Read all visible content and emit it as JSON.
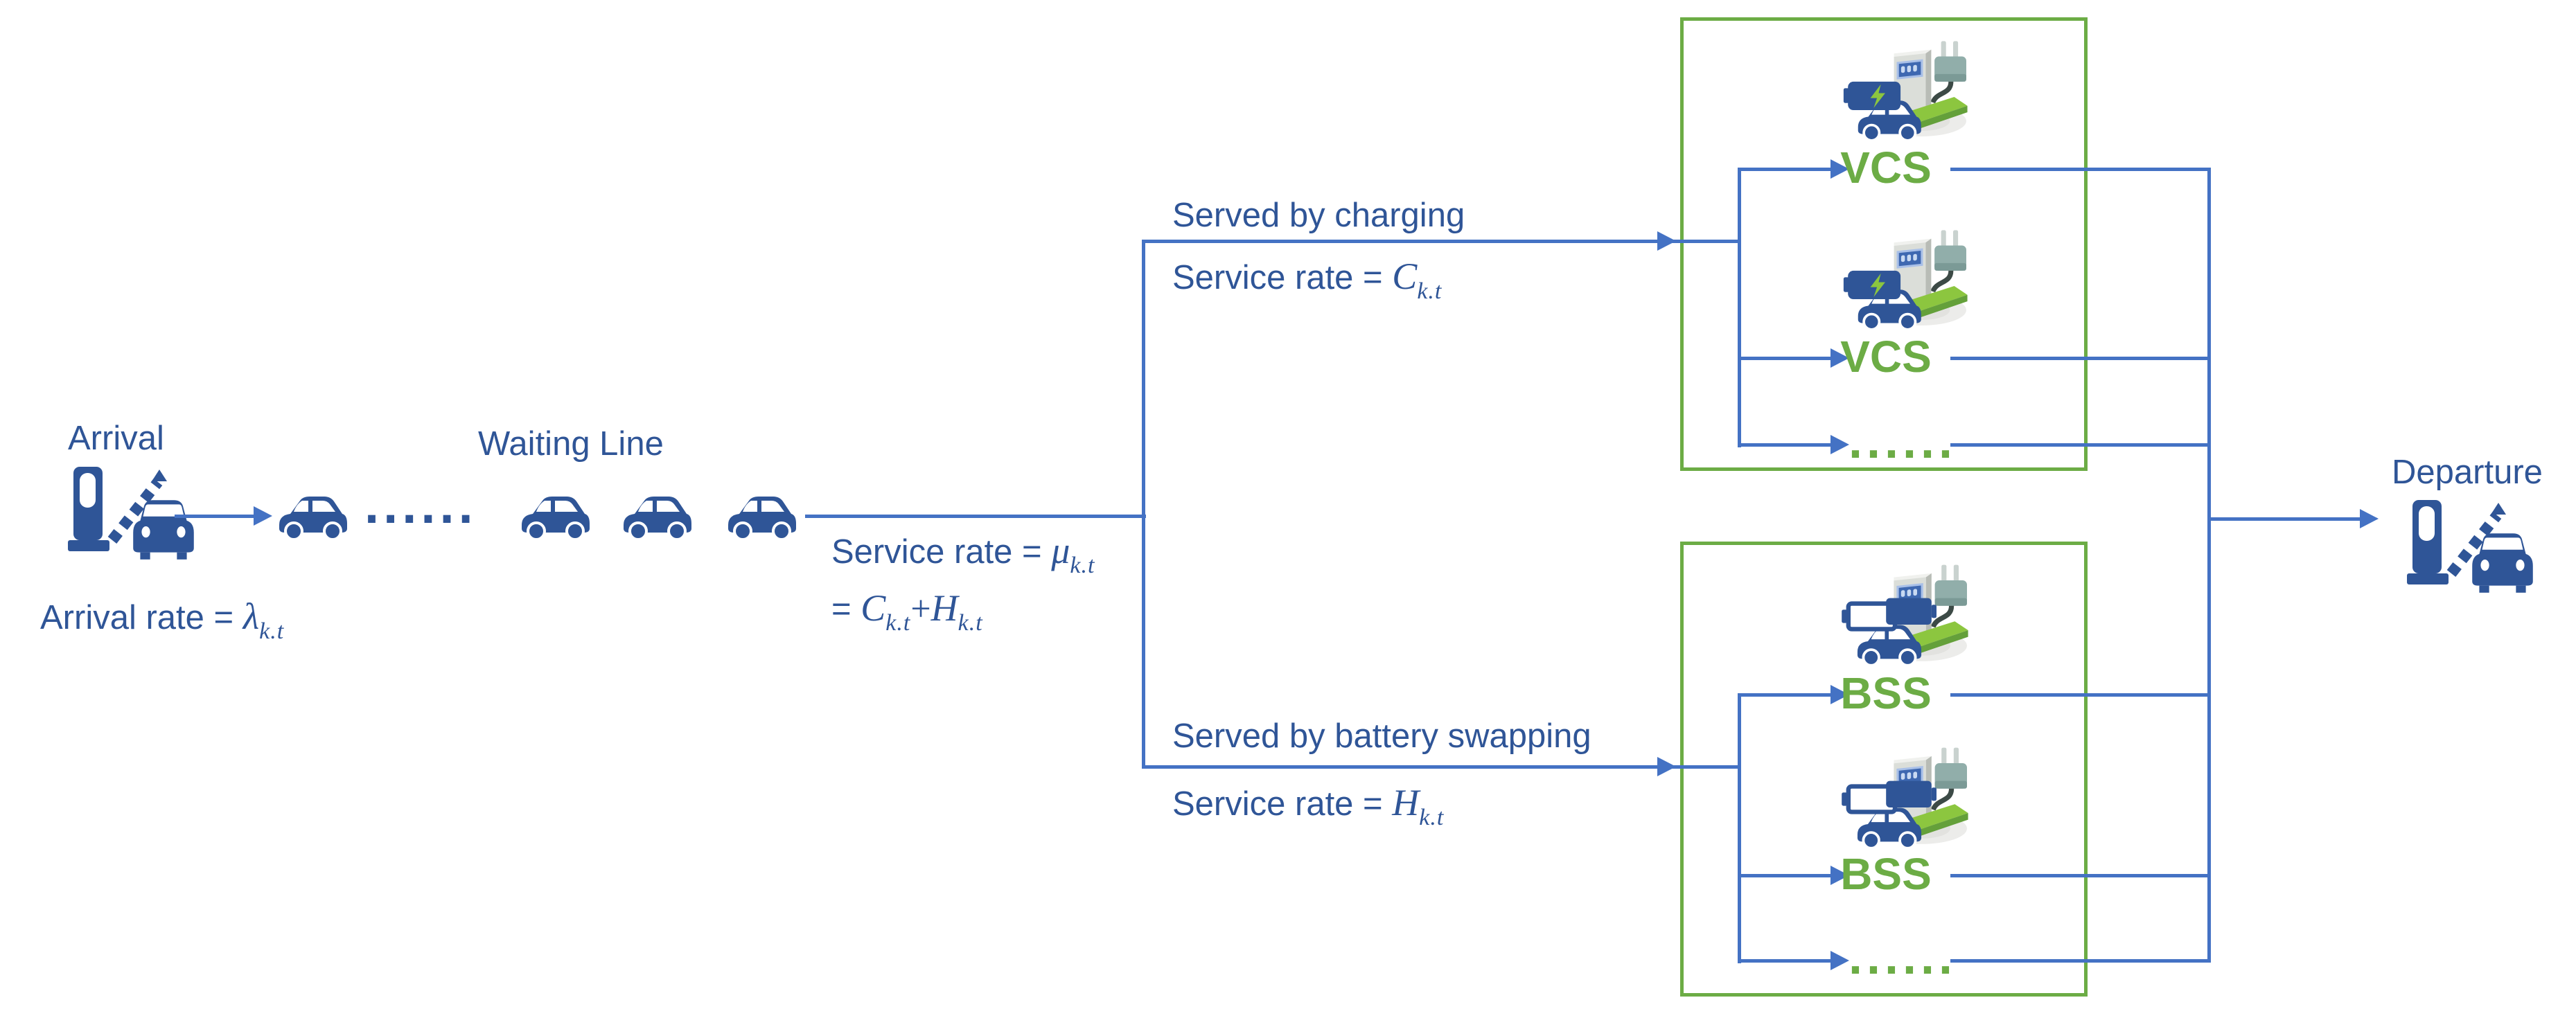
{
  "colors": {
    "text_blue": "#2F5597",
    "line_blue": "#4472C4",
    "green": "#6CAC45",
    "icon_car_blue": "#2F5597",
    "station_grey": "#DBDED9",
    "platform_green": "#8CC63F"
  },
  "labels": {
    "arrival": "Arrival",
    "waiting_line": "Waiting Line",
    "departure": "Departure",
    "served_by_charging": "Served by charging",
    "served_by_battery_swapping": "Served by battery swapping"
  },
  "math": {
    "arrival_rate_prefix": "Arrival rate = ",
    "service_rate_prefix": "Service rate = ",
    "equals": "= ",
    "plus": "+",
    "lambda": "λ",
    "mu": "μ",
    "c": "C",
    "h": "H",
    "subscript": "k.t"
  },
  "queue": {
    "dots": "......"
  },
  "stations": {
    "vcs": {
      "rows": [
        {
          "label": "VCS"
        },
        {
          "label": "VCS"
        },
        {
          "label": "......"
        }
      ]
    },
    "bss": {
      "rows": [
        {
          "label": "BSS"
        },
        {
          "label": "BSS"
        },
        {
          "label": "......"
        }
      ]
    }
  },
  "icons": {
    "entry_gate": "gate-with-barrier-and-car",
    "exit_gate": "gate-with-barrier-and-car",
    "queue_vehicle": "car-side-view",
    "vcs_station": "vehicle-charging-station",
    "bss_station": "battery-swapping-station"
  }
}
